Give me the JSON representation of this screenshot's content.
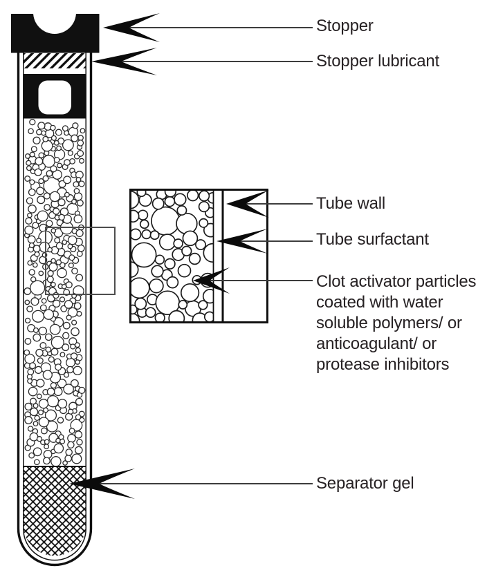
{
  "figure": {
    "kind": "blood-collection-tube-diagram",
    "labels": {
      "stopper": "Stopper",
      "stopper_lubricant": "Stopper lubricant",
      "tube_wall": "Tube wall",
      "tube_surfactant": "Tube surfactant",
      "clot_activator_lines": [
        "Clot activator particles",
        "coated with water",
        "soluble polymers/ or",
        "anticoagulant/ or",
        "protease inhibitors"
      ],
      "separator_gel": "Separator gel"
    },
    "colors": {
      "ink": "#101010",
      "label_text": "#262123",
      "magnifier_box": "#4d4d4d",
      "background": "#ffffff"
    }
  }
}
